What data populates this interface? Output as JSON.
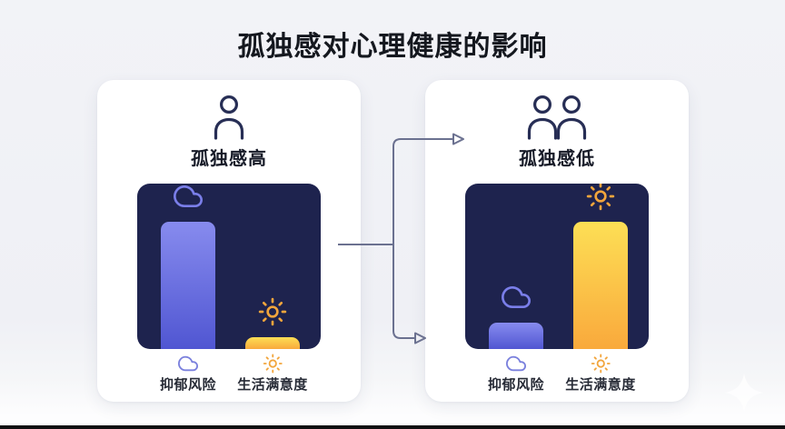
{
  "page": {
    "title": "孤独感对心理健康的影响"
  },
  "cards": [
    {
      "id": "high-loneliness",
      "persona_icon": "single-person",
      "heading": "孤独感高",
      "bars": [
        {
          "label": "抑郁风险",
          "icon": "cloud",
          "value_pct": 77
        },
        {
          "label": "生活满意度",
          "icon": "sun",
          "value_pct": 7
        }
      ]
    },
    {
      "id": "low-loneliness",
      "persona_icon": "two-people",
      "heading": "孤独感低",
      "bars": [
        {
          "label": "抑郁风险",
          "icon": "cloud",
          "value_pct": 16
        },
        {
          "label": "生活满意度",
          "icon": "sun",
          "value_pct": 77
        }
      ]
    }
  ],
  "chart_data": [
    {
      "type": "bar",
      "title": "孤独感高",
      "categories": [
        "抑郁风险",
        "生活满意度"
      ],
      "values": [
        77,
        7
      ],
      "ylim": [
        0,
        100
      ],
      "value_unit": "relative bar height % (no numeric axis shown in image)",
      "bar_colors": [
        "#6468db",
        "#fbc044"
      ],
      "category_icons": [
        "cloud",
        "sun"
      ],
      "panel_background": "#1e234e",
      "grid": false,
      "legend_position": "below"
    },
    {
      "type": "bar",
      "title": "孤独感低",
      "categories": [
        "抑郁风险",
        "生活满意度"
      ],
      "values": [
        16,
        77
      ],
      "ylim": [
        0,
        100
      ],
      "value_unit": "relative bar height % (no numeric axis shown in image)",
      "bar_colors": [
        "#6468db",
        "#fbc044"
      ],
      "category_icons": [
        "cloud",
        "sun"
      ],
      "panel_background": "#1e234e",
      "grid": false,
      "legend_position": "below"
    }
  ],
  "flow": {
    "from_card": "孤独感高",
    "to_card": "孤独感低",
    "arrow_count": 2
  },
  "colors": {
    "background": "#eff0f5",
    "card_background": "#ffffff",
    "chart_panel": "#1e234e",
    "depression_bar_top": "#878bee",
    "depression_bar_bottom": "#5056d2",
    "satisfaction_bar_top": "#fddf55",
    "satisfaction_bar_bottom": "#f9a93c",
    "cloud_icon": "#7a7ee9",
    "sun_icon": "#f2a53c",
    "persona_icon": "#272e55",
    "arrow": "#6b7190",
    "title_text": "#15181f",
    "bottom_edge_bar": "#0e0e10"
  }
}
